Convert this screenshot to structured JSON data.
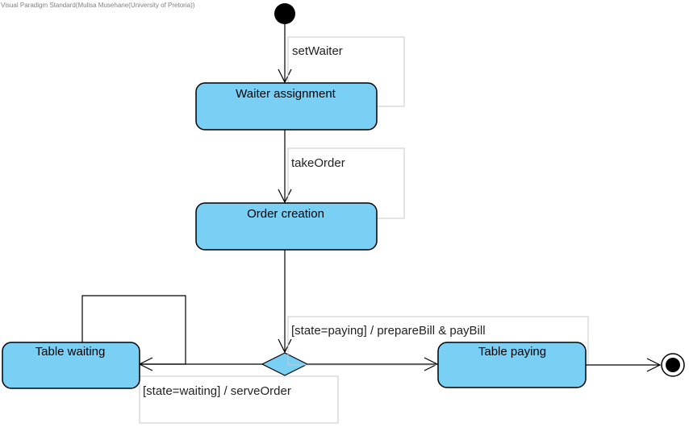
{
  "header": {
    "watermark": "Visual Paradigm Standard(Mulisa Musehane(University of Pretoria))"
  },
  "states": {
    "waiter_assignment": "Waiter assignment",
    "order_creation": "Order creation",
    "table_waiting": "Table waiting",
    "table_paying": "Table paying"
  },
  "transitions": {
    "set_waiter": "setWaiter",
    "take_order": "takeOrder",
    "paying": "[state=paying] / prepareBill & payBill",
    "waiting": "[state=waiting] / serveOrder"
  },
  "colors": {
    "state_fill": "#7acff5",
    "node": "#000000",
    "note_border": "#c8c8c8"
  }
}
